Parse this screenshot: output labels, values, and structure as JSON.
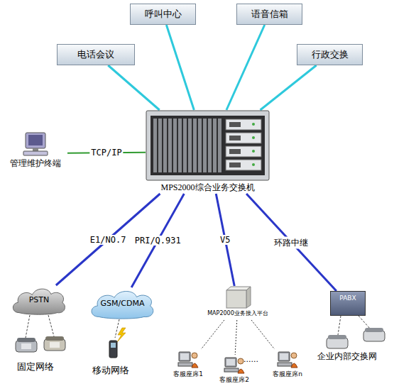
{
  "diagram": {
    "nodes": [
      {
        "text": [
          "电话会议"
        ]
      },
      {
        "text": [
          "呼叫中心"
        ]
      },
      {
        "text": [
          "语音信箱"
        ]
      },
      {
        "text": [
          "行政交换"
        ]
      },
      {
        "text": [
          "管理维护终端"
        ]
      },
      {
        "text": [
          "MPS2000综合业务交换机"
        ]
      },
      {
        "text": [
          "PSTN"
        ]
      },
      {
        "text": [
          "GSM/CDMA"
        ]
      },
      {
        "text": [
          "MAP2000业务接入平台"
        ]
      },
      {
        "text": [
          "PABX"
        ]
      },
      {
        "text": [
          "客服座席1"
        ]
      },
      {
        "text": [
          "客服座席2"
        ]
      },
      {
        "text": [
          "客服座席n"
        ]
      }
    ],
    "edges": [
      {
        "from": 5,
        "to": 0,
        "arrow": "none"
      },
      {
        "from": 5,
        "to": 1,
        "arrow": "none"
      },
      {
        "from": 5,
        "to": 2,
        "arrow": "none"
      },
      {
        "from": 5,
        "to": 3,
        "arrow": "none"
      },
      {
        "from": 4,
        "to": 5,
        "label": "TCP/IP",
        "arrow": "none"
      },
      {
        "from": 5,
        "to": 6,
        "label": "E1/NO.7",
        "arrow": "none"
      },
      {
        "from": 5,
        "to": 7,
        "label": "PRI/Q.931",
        "arrow": "none"
      },
      {
        "from": 5,
        "to": 8,
        "label": "V5",
        "arrow": "none"
      },
      {
        "from": 5,
        "to": 9,
        "label": "环路中继",
        "arrow": "none"
      },
      {
        "from": 8,
        "to": 10,
        "arrow": "none"
      },
      {
        "from": 8,
        "to": 11,
        "arrow": "none"
      },
      {
        "from": 8,
        "to": 12,
        "arrow": "none"
      }
    ],
    "labels": [
      "固定网络",
      "移动网络",
      "......",
      "企业内部交换网"
    ]
  }
}
